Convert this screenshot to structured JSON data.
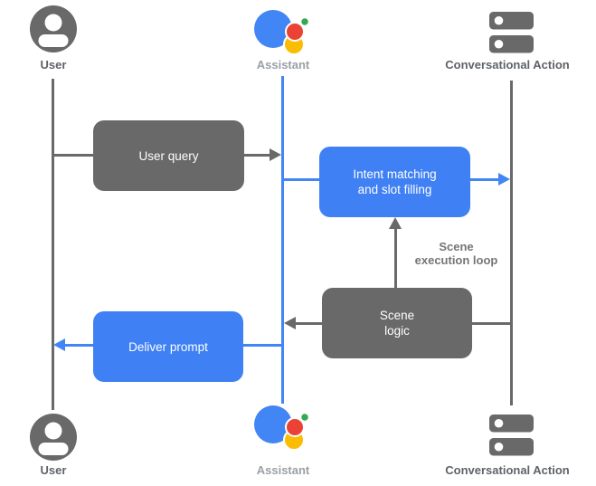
{
  "actors": {
    "user": {
      "label": "User"
    },
    "assistant": {
      "label": "Assistant"
    },
    "conversational_action": {
      "label": "Conversational Action"
    }
  },
  "boxes": {
    "user_query": {
      "label": "User query"
    },
    "intent_matching": {
      "label": "Intent matching\nand slot filling"
    },
    "scene_logic": {
      "label": "Scene\nlogic"
    },
    "deliver_prompt": {
      "label": "Deliver prompt"
    }
  },
  "annotations": {
    "scene_execution_loop": {
      "label": "Scene\nexecution loop"
    }
  },
  "colors": {
    "box_gray": "#696969",
    "box_blue": "#3f80f4",
    "line_gray": "#696969",
    "line_blue": "#4285f4",
    "label_dark": "#5f6368",
    "label_muted": "#9aa0a6",
    "annotation_gray": "#757575",
    "assistant_logo_blue": "#4285f4",
    "assistant_logo_red": "#ea4335",
    "assistant_logo_green": "#34a853",
    "assistant_logo_yellow": "#fbbc04",
    "background": "#ffffff"
  }
}
